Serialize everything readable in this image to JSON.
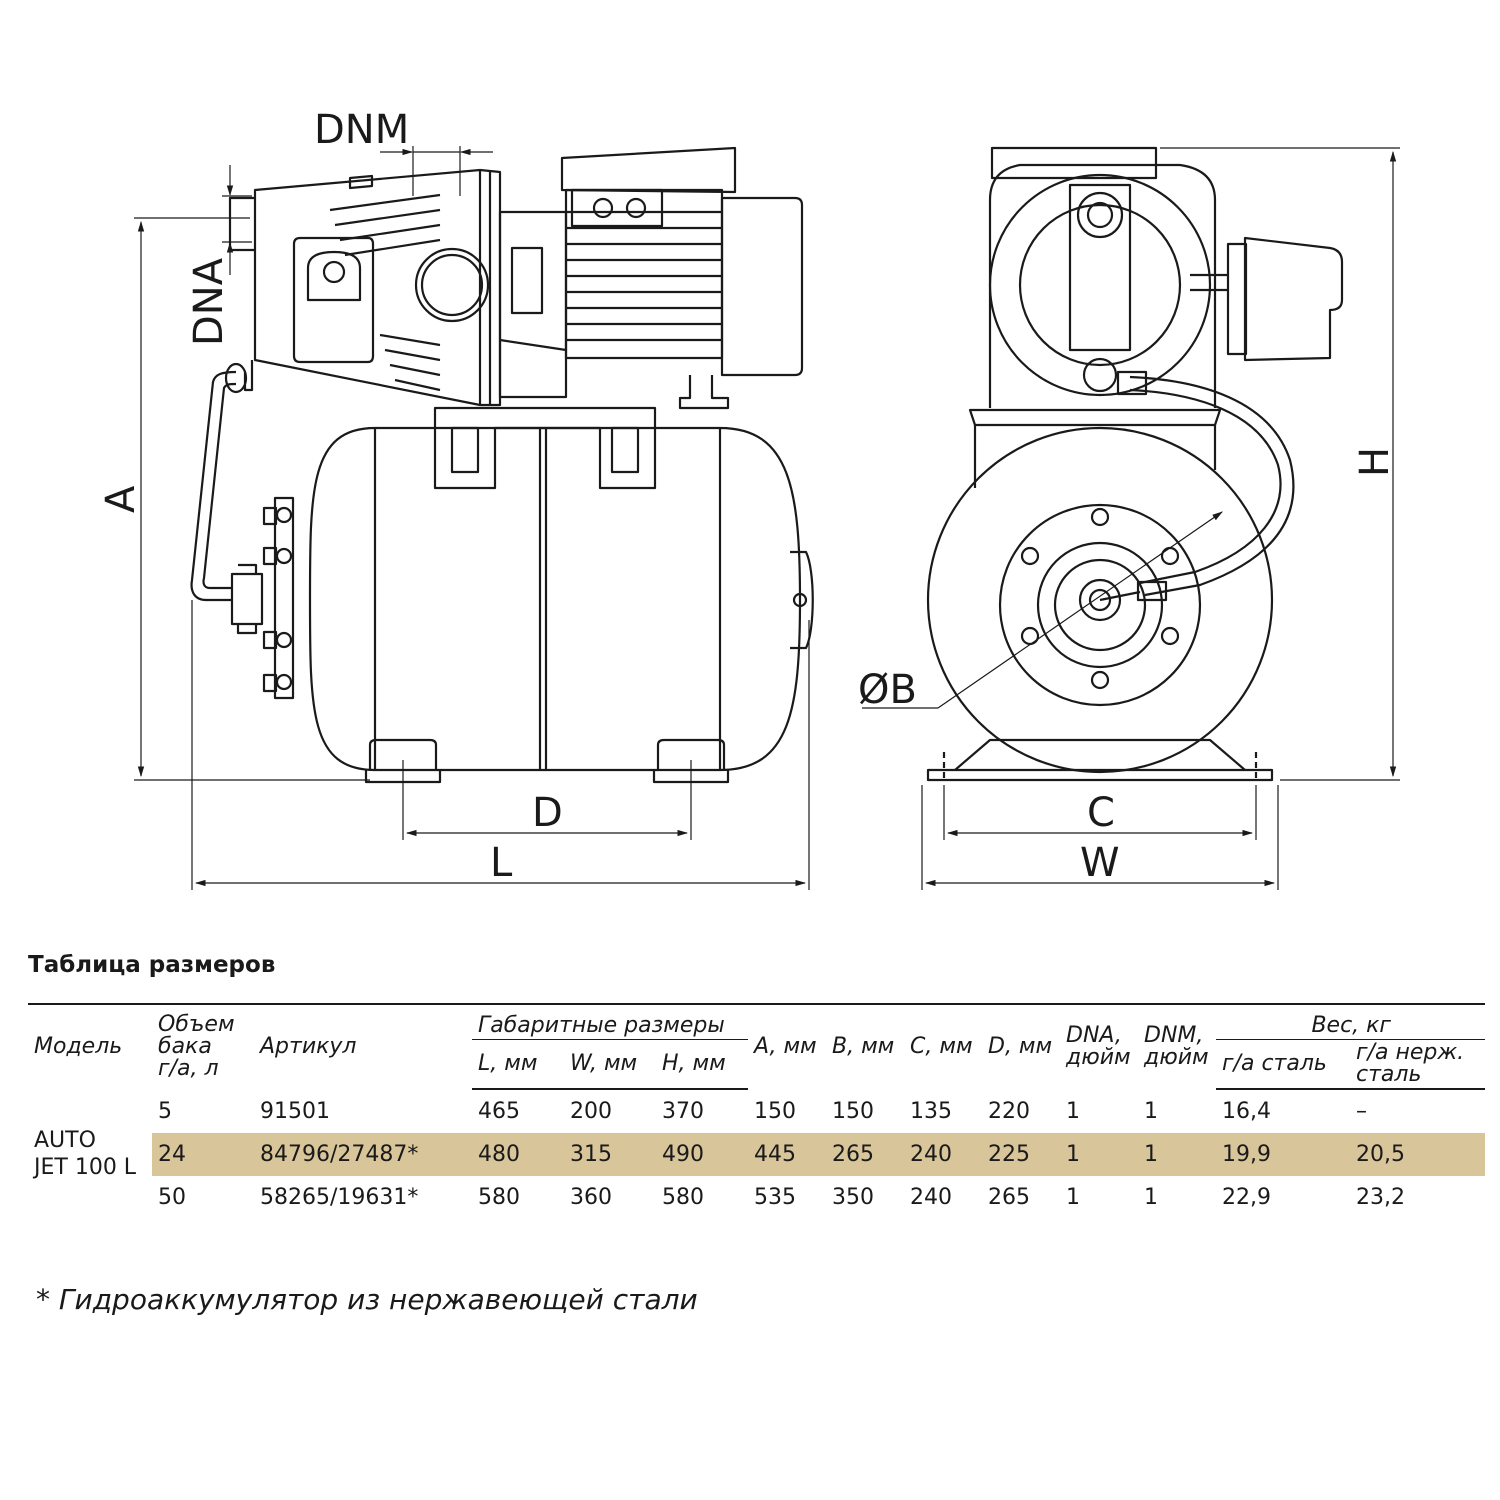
{
  "drawing": {
    "labels": {
      "dnm": "DNM",
      "dna": "DNA",
      "a": "A",
      "d": "D",
      "l": "L",
      "c": "C",
      "w": "W",
      "h": "H",
      "ob": "ØB"
    }
  },
  "table": {
    "title": "Таблица размеров",
    "headers": {
      "model": "Модель",
      "volume": [
        "Объем",
        "бака",
        "г/а, л"
      ],
      "article": "Артикул",
      "overall": "Габаритные размеры",
      "l": "L, мм",
      "w": "W, мм",
      "h": "H, мм",
      "a": "A, мм",
      "b": "B, мм",
      "c": "C, мм",
      "d": "D, мм",
      "dna": [
        "DNA,",
        "дюйм"
      ],
      "dnm": [
        "DNM,",
        "дюйм"
      ],
      "weight": "Вес, кг",
      "weight_steel": "г/а сталь",
      "weight_stainless": [
        "г/а нерж.",
        "сталь"
      ]
    },
    "model": [
      "AUTO",
      "JET 100 L"
    ],
    "rows": [
      {
        "volume": "5",
        "article": "91501",
        "l": "465",
        "w": "200",
        "h": "370",
        "a": "150",
        "b": "150",
        "c": "135",
        "d": "220",
        "dna": "1",
        "dnm": "1",
        "w_steel": "16,4",
        "w_stainless": "–"
      },
      {
        "volume": "24",
        "article": "84796/27487*",
        "l": "480",
        "w": "315",
        "h": "490",
        "a": "445",
        "b": "265",
        "c": "240",
        "d": "225",
        "dna": "1",
        "dnm": "1",
        "w_steel": "19,9",
        "w_stainless": "20,5"
      },
      {
        "volume": "50",
        "article": "58265/19631*",
        "l": "580",
        "w": "360",
        "h": "580",
        "a": "535",
        "b": "350",
        "c": "240",
        "d": "265",
        "dna": "1",
        "dnm": "1",
        "w_steel": "22,9",
        "w_stainless": "23,2"
      }
    ],
    "highlight_color": "#d9c59a",
    "footnote": "* Гидроаккумулятор из нержавеющей стали"
  }
}
